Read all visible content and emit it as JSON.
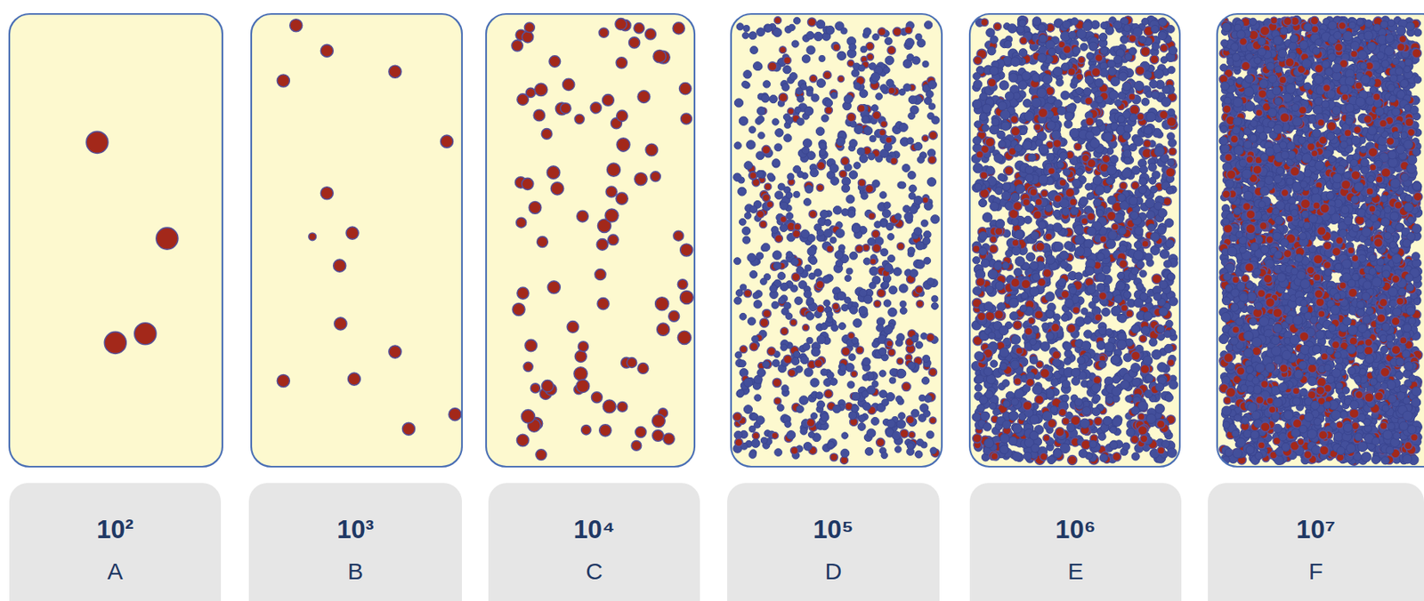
{
  "diagram": {
    "nodes": [
      {
        "text": [
          "10²",
          "A"
        ]
      },
      {
        "text": [
          "10³",
          "B"
        ]
      },
      {
        "text": [
          "10⁴",
          "C"
        ]
      },
      {
        "text": [
          "10⁵",
          "D"
        ]
      },
      {
        "text": [
          "10⁶",
          "E"
        ]
      },
      {
        "text": [
          "10⁷",
          "F"
        ]
      }
    ]
  }
}
